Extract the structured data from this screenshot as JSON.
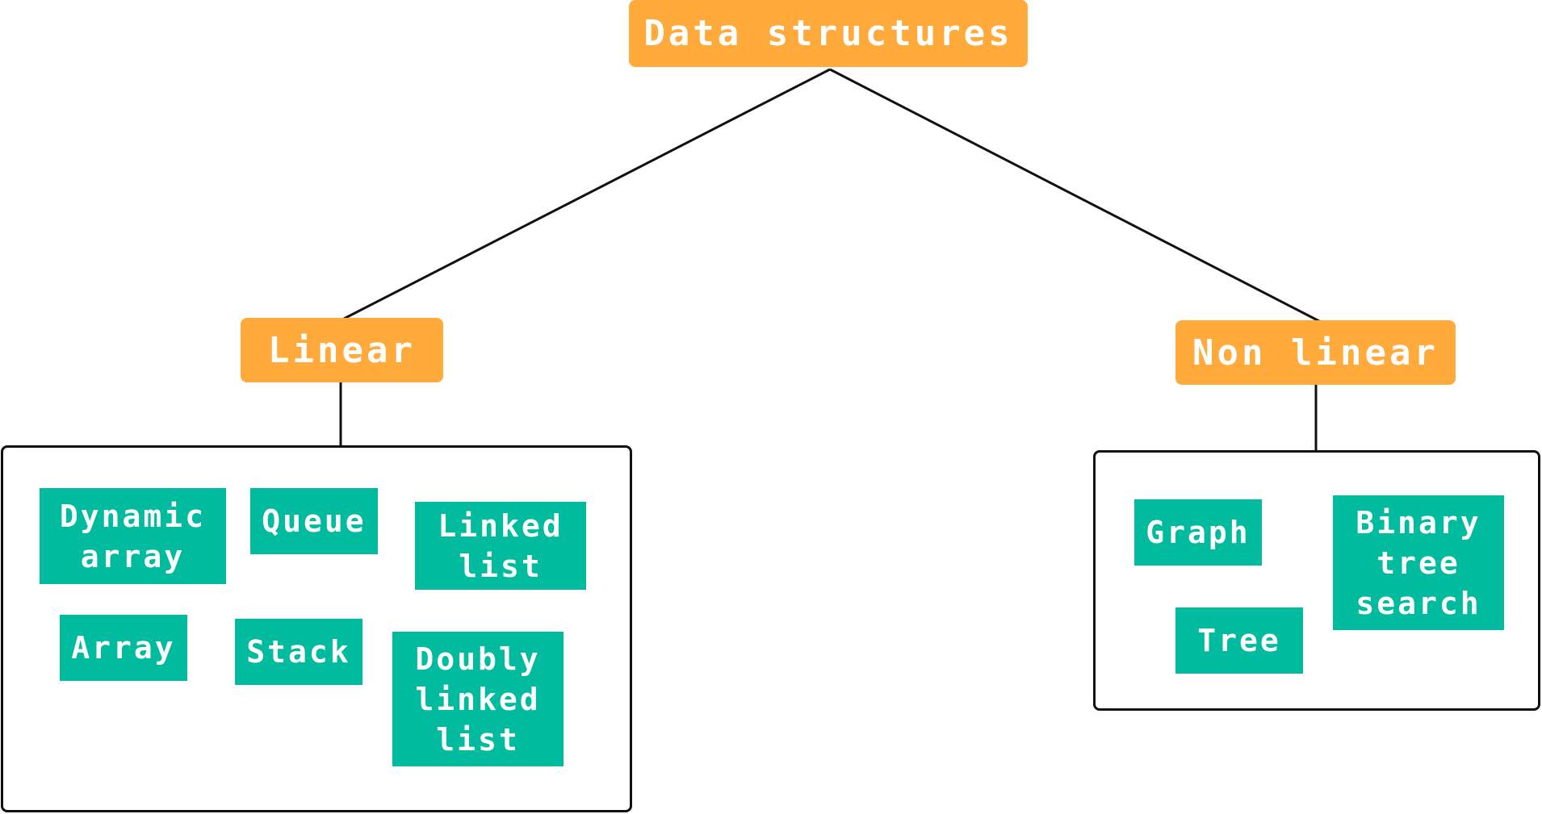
{
  "diagram": {
    "root": {
      "label": "Data structures",
      "color": "#ffaa3a"
    },
    "branches": [
      {
        "label": "Linear",
        "color": "#ffaa3a",
        "items": [
          "Dynamic\narray",
          "Queue",
          "Linked\nlist",
          "Array",
          "Stack",
          "Doubly\nlinked\nlist"
        ]
      },
      {
        "label": "Non linear",
        "color": "#ffaa3a",
        "items": [
          "Graph",
          "Binary\ntree\nsearch",
          "Tree"
        ]
      }
    ],
    "item_color": "#00bb9e",
    "line_color": "#111111"
  }
}
